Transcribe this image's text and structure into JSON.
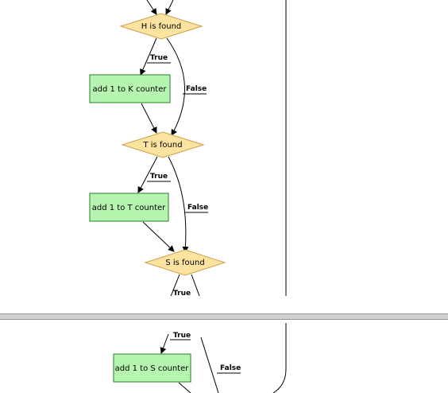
{
  "colors": {
    "decision_fill": "#fde3a0",
    "decision_stroke": "#c9a24d",
    "action_fill": "#b6f5b0",
    "action_stroke": "#2d7a2d",
    "edge": "#000000"
  },
  "flow": {
    "decisions": {
      "h": "H is found",
      "t": "T is found",
      "s": "S is found"
    },
    "actions": {
      "k": "add 1 to K counter",
      "t": "add 1 to T counter",
      "s": "add 1 to S counter"
    },
    "labels": {
      "true": "True",
      "false": "False"
    }
  }
}
